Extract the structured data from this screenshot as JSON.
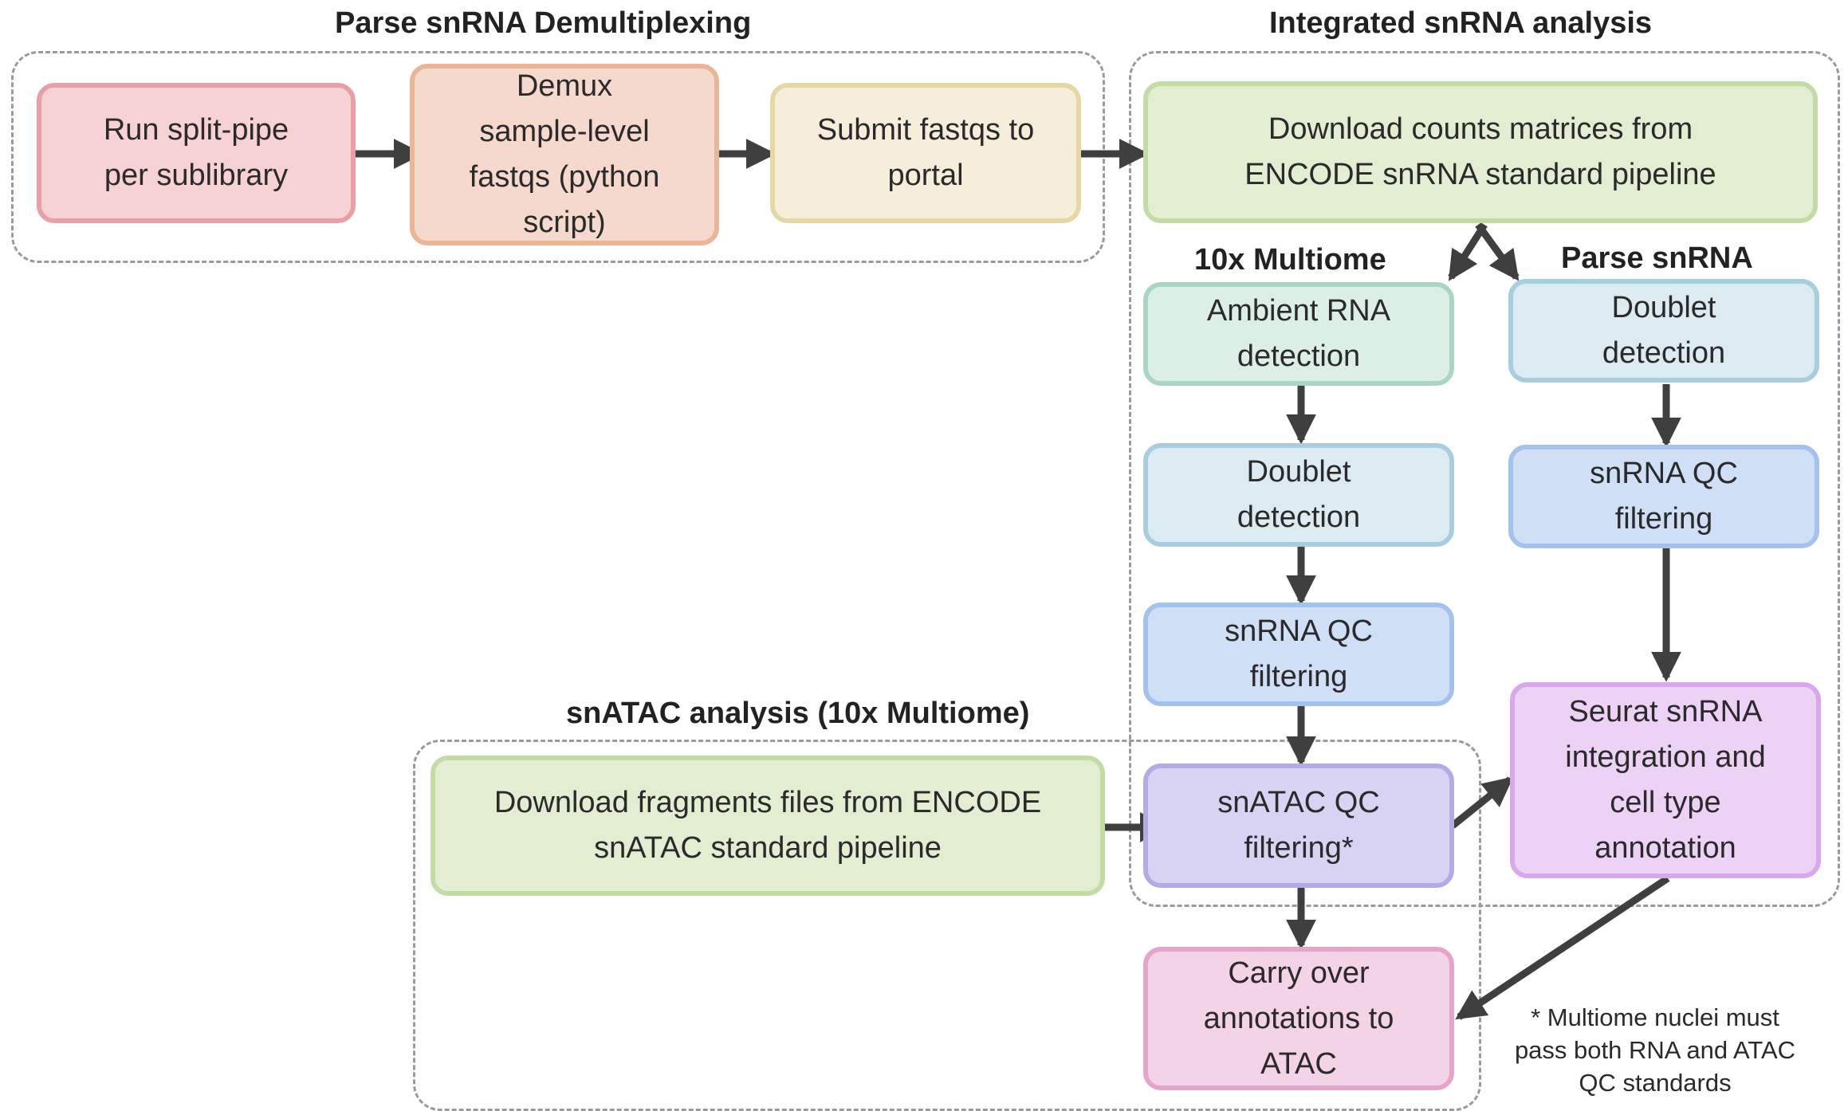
{
  "groups": {
    "demux_title": "Parse snRNA Demultiplexing",
    "integrated_title": "Integrated snRNA analysis",
    "multiome_title": "10x Multiome",
    "parse_title": "Parse snRNA",
    "atac_title": "snATAC analysis (10x Multiome)"
  },
  "nodes": {
    "run_split_pipe": "Run split-pipe\nper sublibrary",
    "demux_fastqs": "Demux\nsample-level\nfastqs (python\nscript)",
    "submit_fastqs": "Submit fastqs to\nportal",
    "download_counts": "Download counts matrices from\nENCODE snRNA standard pipeline",
    "ambient_rna": "Ambient RNA\ndetection",
    "doublet_multiome": "Doublet\ndetection",
    "snrna_qc_multiome": "snRNA QC\nfiltering",
    "snatac_qc": "snATAC QC\nfiltering*",
    "carry_over": "Carry over\nannotations to\nATAC",
    "doublet_parse": "Doublet\ndetection",
    "snrna_qc_parse": "snRNA QC\nfiltering",
    "seurat": "Seurat snRNA\nintegration and\ncell type\nannotation",
    "download_fragments": "Download fragments files from ENCODE\nsnATAC standard pipeline"
  },
  "footnote": "* Multiome nuclei must\npass both RNA and ATAC\nQC standards",
  "colors": {
    "pink_red": "#f7d2d4",
    "pink_red_border": "#e8a0a6",
    "salmon": "#f5d9cc",
    "salmon_border": "#ebb597",
    "cream": "#f6eedb",
    "cream_border": "#e6d8a4",
    "light_green": "#e2edd1",
    "light_green_border": "#c3dca5",
    "mint": "#dcefe6",
    "mint_border": "#a9d6c2",
    "ice_blue": "#dcebf2",
    "ice_blue_border": "#a6cedd",
    "blue": "#cfe0f6",
    "blue_border": "#a3c3ee",
    "lavender": "#d8d3f3",
    "lavender_border": "#b5aae6",
    "orchid": "#ecd3f6",
    "orchid_border": "#d9a7ec",
    "pink": "#f3d3e6",
    "pink_border": "#e5a5ca",
    "arrow": "#3f3f3f"
  }
}
